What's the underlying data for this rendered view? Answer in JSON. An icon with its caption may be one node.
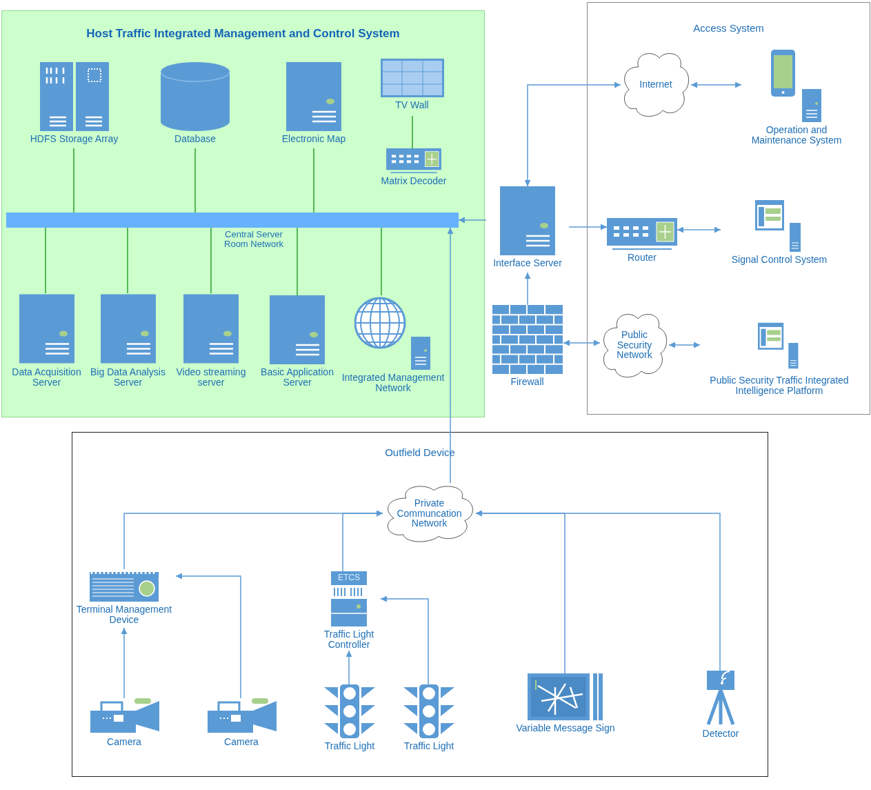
{
  "diagram": {
    "nodes": [
      {
        "text": [
          "Host Traffic Integrated Management and Control System"
        ]
      },
      {
        "text": [
          "HDFS Storage Array"
        ],
        "in": 0
      },
      {
        "text": [
          "Database"
        ],
        "in": 0
      },
      {
        "text": [
          "Electronic Map"
        ],
        "in": 0
      },
      {
        "text": [
          "TV Wall"
        ],
        "in": 0
      },
      {
        "text": [
          "Matrix Decoder"
        ],
        "in": 0
      },
      {
        "text": [],
        "shape": "bar",
        "beside": [
          "Central Server Room Network"
        ],
        "in": 0
      },
      {
        "text": [
          "Data Acquisition Server"
        ],
        "in": 0
      },
      {
        "text": [
          "Big Data Analysis Server"
        ],
        "in": 0
      },
      {
        "text": [
          "Video streaming server"
        ],
        "in": 0
      },
      {
        "text": [
          "Basic Application Server"
        ],
        "in": 0
      },
      {
        "text": [
          "Integrated Management Network"
        ],
        "in": 0
      },
      {
        "text": [
          "Access System"
        ]
      },
      {
        "text": [
          "Internet"
        ],
        "in": 12
      },
      {
        "text": [
          "Operation and Maintenance System"
        ],
        "in": 12
      },
      {
        "text": [
          "Router"
        ],
        "in": 12
      },
      {
        "text": [
          "Signal Control System"
        ],
        "in": 12
      },
      {
        "text": [
          "Public Security Network"
        ],
        "in": 12
      },
      {
        "text": [
          "Public Security Traffic Integrated Intelligence Platform"
        ],
        "in": 12
      },
      {
        "text": [
          "Interface Server"
        ]
      },
      {
        "text": [
          "Firewall"
        ]
      },
      {
        "text": [
          "Outfield Device"
        ]
      },
      {
        "text": [
          "Private Communcation Network"
        ],
        "in": 21
      },
      {
        "text": [
          "Terminal Management Device"
        ],
        "in": 21
      },
      {
        "text": [
          "ETCS",
          "Traffic Light Controller"
        ],
        "in": 21
      },
      {
        "text": [
          "Camera"
        ],
        "in": 21
      },
      {
        "text": [
          "Camera"
        ],
        "in": 21
      },
      {
        "text": [
          "Traffic Light"
        ],
        "in": 21
      },
      {
        "text": [
          "Traffic Light"
        ],
        "in": 21
      },
      {
        "text": [
          "Variable Message Sign"
        ],
        "in": 21
      },
      {
        "text": [
          "Detector"
        ],
        "in": 21
      }
    ],
    "edges": [
      {
        "from": 19,
        "to": 6,
        "arrow": "to"
      },
      {
        "from": 19,
        "to": 13,
        "arrow": "both"
      },
      {
        "from": 13,
        "to": 14,
        "arrow": "both"
      },
      {
        "from": 19,
        "to": 15,
        "arrow": "to"
      },
      {
        "from": 15,
        "to": 16,
        "arrow": "both"
      },
      {
        "from": 20,
        "to": 19,
        "arrow": "to"
      },
      {
        "from": 20,
        "to": 17,
        "arrow": "both"
      },
      {
        "from": 17,
        "to": 18,
        "arrow": "both"
      },
      {
        "from": 22,
        "to": 6,
        "arrow": "to"
      },
      {
        "from": 23,
        "to": 22,
        "arrow": "to"
      },
      {
        "from": 24,
        "to": 22,
        "arrow": "to"
      },
      {
        "from": 29,
        "to": 22,
        "arrow": "to"
      },
      {
        "from": 30,
        "to": 22,
        "arrow": "to"
      },
      {
        "from": 25,
        "to": 23,
        "arrow": "to"
      },
      {
        "from": 26,
        "to": 23,
        "arrow": "to"
      },
      {
        "from": 27,
        "to": 24,
        "arrow": "to"
      },
      {
        "from": 28,
        "to": 24,
        "arrow": "to"
      },
      {
        "from": 1,
        "to": 6,
        "arrow": "none",
        "color": "#2ea02e"
      },
      {
        "from": 2,
        "to": 6,
        "arrow": "none",
        "color": "#2ea02e"
      },
      {
        "from": 3,
        "to": 6,
        "arrow": "none",
        "color": "#2ea02e"
      },
      {
        "from": 4,
        "to": 5,
        "arrow": "none",
        "color": "#2ea02e"
      },
      {
        "from": 6,
        "to": 7,
        "arrow": "none",
        "color": "#2ea02e"
      },
      {
        "from": 6,
        "to": 8,
        "arrow": "none",
        "color": "#2ea02e"
      },
      {
        "from": 6,
        "to": 9,
        "arrow": "none",
        "color": "#2ea02e"
      },
      {
        "from": 6,
        "to": 10,
        "arrow": "none",
        "color": "#2ea02e"
      },
      {
        "from": 6,
        "to": 11,
        "arrow": "none",
        "color": "#2ea02e"
      }
    ]
  }
}
